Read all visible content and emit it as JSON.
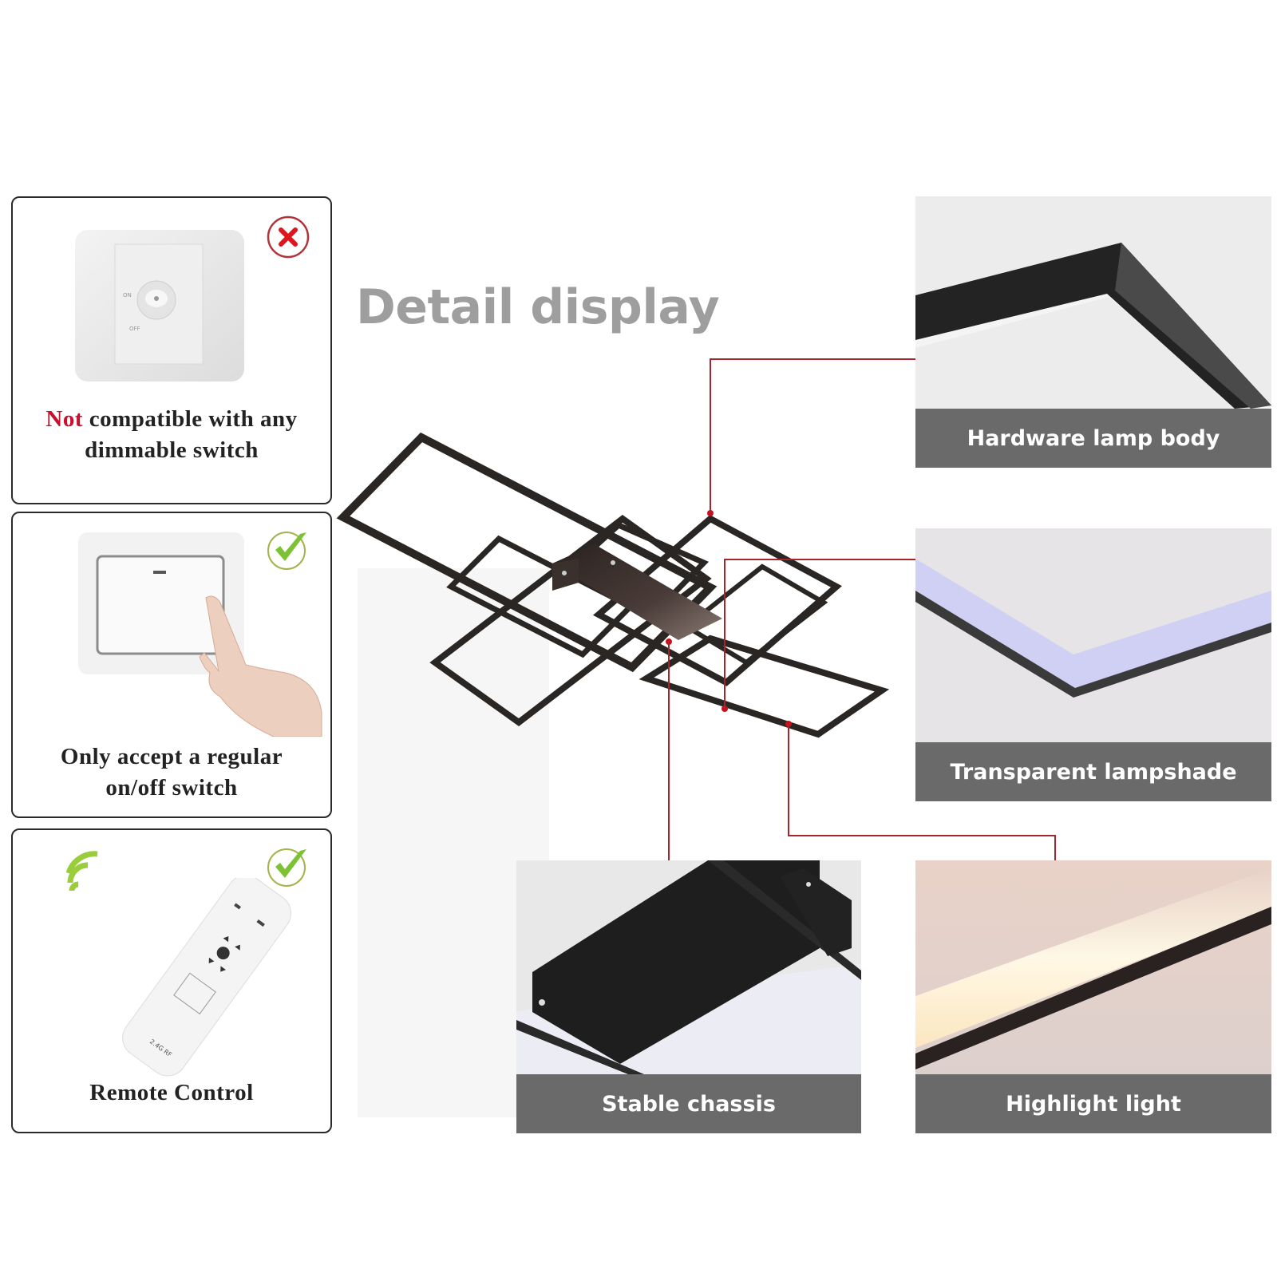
{
  "title": "Detail display",
  "compatibility_cards": [
    {
      "id": "dimmer",
      "status": "incompatible",
      "status_icon": "x-circle-icon",
      "caption_emphasis": "Not",
      "caption_line1": "compatible with any",
      "caption_line2": "dimmable switch"
    },
    {
      "id": "onoff",
      "status": "compatible",
      "status_icon": "check-circle-icon",
      "caption_line1": "Only accept a regular",
      "caption_line2": "on/off switch"
    },
    {
      "id": "remote",
      "status": "compatible",
      "status_icon": "check-circle-icon",
      "caption_line1": "Remote Control",
      "remote_label": "2.4G RF"
    }
  ],
  "detail_panels": [
    {
      "id": "lamp-body",
      "label": "Hardware lamp body"
    },
    {
      "id": "lampshade",
      "label": "Transparent lampshade"
    },
    {
      "id": "chassis",
      "label": "Stable chassis"
    },
    {
      "id": "highlight",
      "label": "Highlight light"
    }
  ],
  "colors": {
    "title": "#9e9e9e",
    "label_bar": "#6a6a6a",
    "leader_line": "#a3262a",
    "negative": "#c8102e",
    "positive": "#8cc63f",
    "frame": "#2a2624"
  }
}
